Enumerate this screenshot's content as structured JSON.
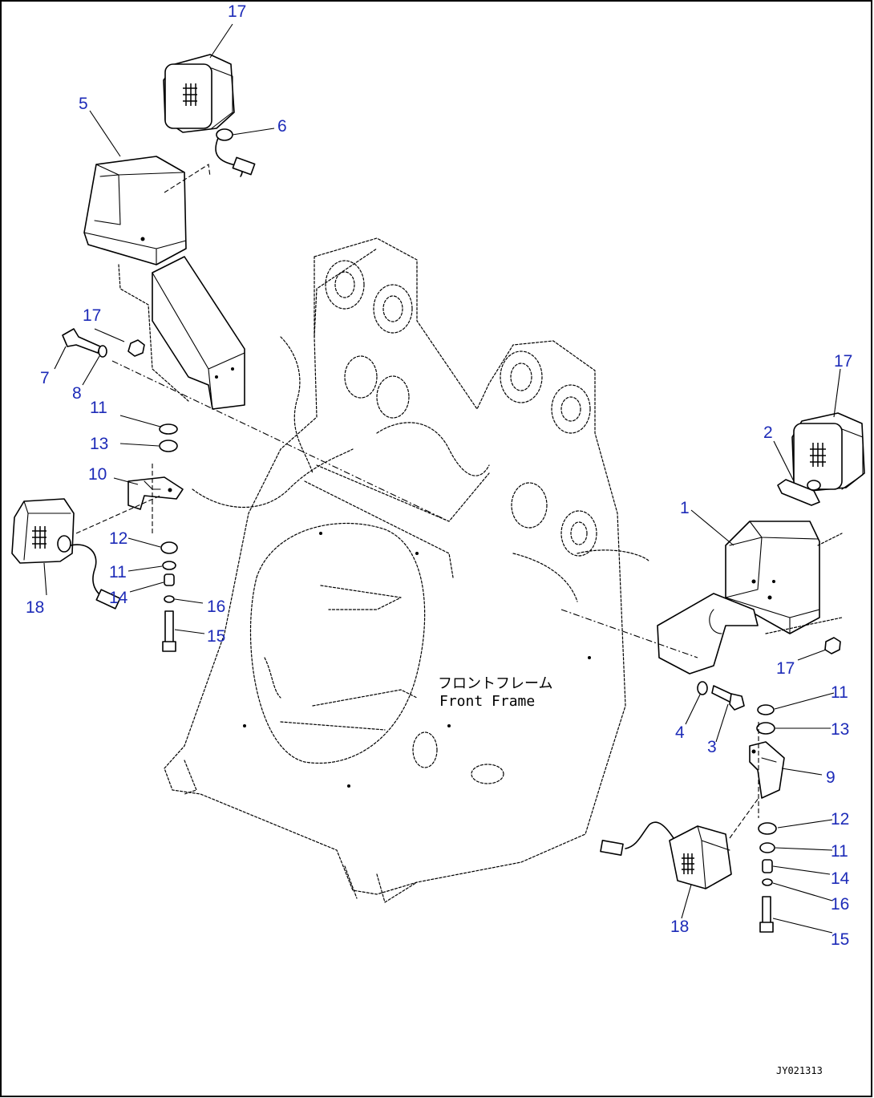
{
  "figure_code": "JY021313",
  "frame_label_jp": "フロントフレーム",
  "frame_label_en": "Front Frame",
  "callouts": {
    "c1": "1",
    "c2": "2",
    "c3": "3",
    "c4": "4",
    "c5": "5",
    "c6": "6",
    "c7": "7",
    "c8": "8",
    "c9": "9",
    "c10": "10",
    "c11a": "11",
    "c11b": "11",
    "c11c": "11",
    "c11d": "11",
    "c12a": "12",
    "c12b": "12",
    "c13a": "13",
    "c13b": "13",
    "c14a": "14",
    "c14b": "14",
    "c15a": "15",
    "c15b": "15",
    "c16a": "16",
    "c16b": "16",
    "c17a": "17",
    "c17b": "17",
    "c17c": "17",
    "c17d": "17",
    "c18a": "18",
    "c18b": "18"
  }
}
